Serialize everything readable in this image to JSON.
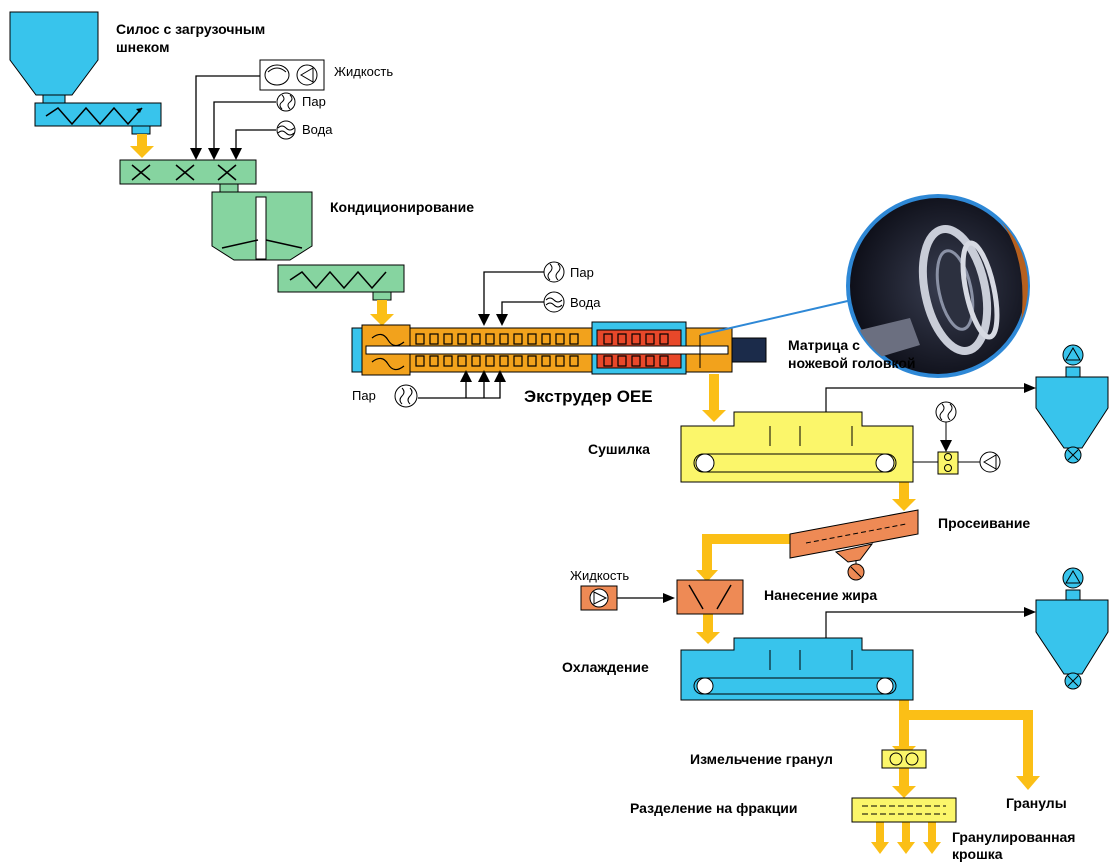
{
  "labels": {
    "silo": [
      "Силос с загрузочным",
      "шнеком"
    ],
    "liquid_top": "Жидкость",
    "steam_top": "Пар",
    "water_top": "Вода",
    "conditioning": "Кондиционирование",
    "steam_extruder": "Пар",
    "water_extruder": "Вода",
    "steam_left": "Пар",
    "extruder": "Экструдер OEE",
    "die": [
      "Матрица с",
      "ножевой головкой"
    ],
    "dryer": "Сушилка",
    "sifting": "Просеивание",
    "liquid_bottom": "Жидкость",
    "fat_coating": "Нанесение жира",
    "cooling": "Охлаждение",
    "grinding": "Измельчение гранул",
    "fractionation": "Разделение на фракции",
    "granules": "Гранулы",
    "crumble": [
      "Гранулированная",
      "крошка"
    ]
  },
  "colors": {
    "flow_arrow": "#fbbf16",
    "silo": "#38c4ec",
    "conditioner": "#86d4a0",
    "extruder_blue": "#38c4ec",
    "extruder_orange": "#f2a21c",
    "extruder_red": "#e8482a",
    "dryer": "#fbf66a",
    "sifter": "#ee8a55",
    "cooler": "#38c4ec",
    "lines": "#000000",
    "die_link": "#2e88d6"
  },
  "icons": [
    "pump-icon",
    "fan-icon",
    "steam-icon",
    "water-icon",
    "cyclone-icon",
    "screw-icon",
    "die-photo"
  ]
}
